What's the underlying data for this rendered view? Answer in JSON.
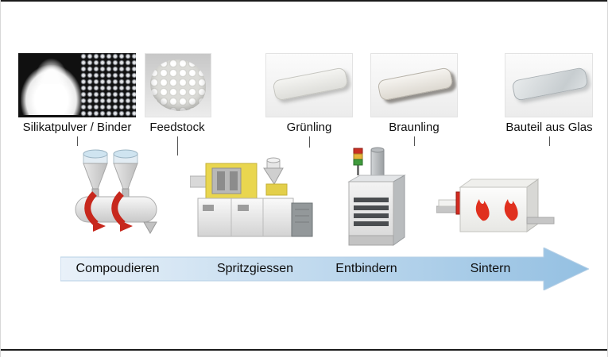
{
  "stages": [
    {
      "label": "Silikatpulver / Binder"
    },
    {
      "label": "Feedstock"
    },
    {
      "label": "Grünling"
    },
    {
      "label": "Braunling"
    },
    {
      "label": "Bauteil aus Glas"
    }
  ],
  "process": {
    "steps": [
      "Compoudieren",
      "Spritzgiessen",
      "Entbindern",
      "Sintern"
    ]
  },
  "colors": {
    "arrow_start": "#e9f1f9",
    "arrow_end": "#94c0e2",
    "flame_red": "#e0301e",
    "machine_yellow": "#e9d64f",
    "compounder_arrow_red": "#c7281d"
  }
}
